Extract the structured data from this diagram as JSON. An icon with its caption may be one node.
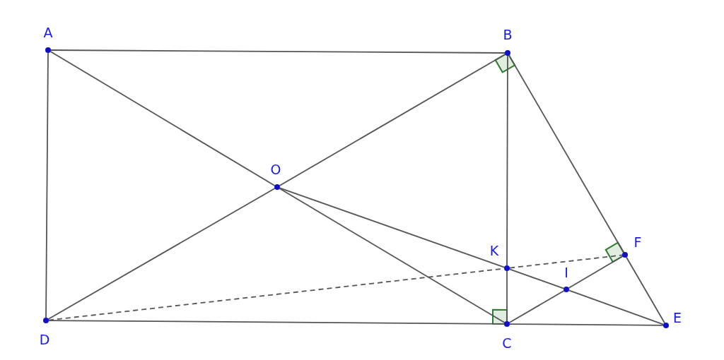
{
  "diagram": {
    "nodes": [
      {
        "text": [
          "A"
        ]
      },
      {
        "text": [
          "B"
        ]
      },
      {
        "text": [
          "O"
        ]
      },
      {
        "text": [
          "K"
        ]
      },
      {
        "text": [
          "F"
        ]
      },
      {
        "text": [
          "I"
        ]
      },
      {
        "text": [
          "D"
        ]
      },
      {
        "text": [
          "C"
        ]
      },
      {
        "text": [
          "E"
        ]
      }
    ],
    "edges": [
      {
        "from": 0,
        "to": 1,
        "arrow": "none"
      },
      {
        "from": 0,
        "to": 6,
        "arrow": "none"
      },
      {
        "from": 0,
        "to": 2,
        "arrow": "none"
      },
      {
        "from": 2,
        "to": 7,
        "arrow": "none"
      },
      {
        "from": 1,
        "to": 2,
        "arrow": "none"
      },
      {
        "from": 2,
        "to": 6,
        "arrow": "none"
      },
      {
        "from": 1,
        "to": 3,
        "arrow": "none"
      },
      {
        "from": 3,
        "to": 7,
        "arrow": "none"
      },
      {
        "from": 1,
        "to": 4,
        "arrow": "none"
      },
      {
        "from": 4,
        "to": 8,
        "arrow": "none"
      },
      {
        "from": 2,
        "to": 3,
        "arrow": "none"
      },
      {
        "from": 3,
        "to": 5,
        "arrow": "none"
      },
      {
        "from": 5,
        "to": 8,
        "arrow": "none"
      },
      {
        "from": 7,
        "to": 5,
        "arrow": "none"
      },
      {
        "from": 5,
        "to": 4,
        "arrow": "none"
      },
      {
        "from": 6,
        "to": 7,
        "arrow": "none"
      },
      {
        "from": 7,
        "to": 8,
        "arrow": "none"
      },
      {
        "from": 6,
        "to": 3,
        "arrow": "none",
        "style": "dashed"
      },
      {
        "from": 3,
        "to": 4,
        "arrow": "none",
        "style": "dashed"
      }
    ]
  }
}
